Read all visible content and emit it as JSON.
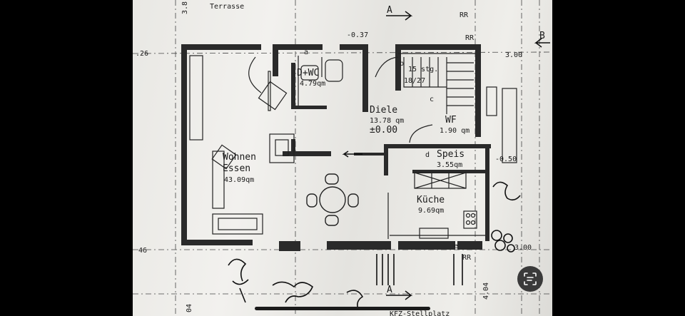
{
  "plan": {
    "top_labels": {
      "terrace": "Terrasse",
      "vertical_dim_top": "3.8",
      "section_a": "A",
      "section_b": "B",
      "rr_top": "RR",
      "rr_top2": "RR",
      "level_top": "-0.37"
    },
    "edge_dims": {
      "left_top": ".26",
      "right_top": "3.00",
      "left_bottom": "46",
      "right_bottom": "3.00",
      "bottom_left": "04",
      "bottom_right": "4.04",
      "level_right": "-0.50",
      "rr_bottom": "RR"
    },
    "rooms": {
      "wc": {
        "name": "D+WC",
        "area": "4.79qm",
        "marker": "a"
      },
      "stairs": {
        "steps": "15 stg.",
        "ratio": "18/27",
        "marker": "b"
      },
      "diele": {
        "name": "Diele",
        "area": "13.78 qm",
        "level": "±0.00"
      },
      "wf": {
        "name": "WF",
        "area": "1.90 qm",
        "marker": "c"
      },
      "wohnen": {
        "name1": "Wohnen",
        "name2": "Essen",
        "area": "43.09qm"
      },
      "speis": {
        "name": "Speis",
        "area": "3.55qm",
        "marker": "d"
      },
      "kueche": {
        "name": "Küche",
        "area": "9.69qm",
        "marker": "e"
      }
    },
    "bottom_text": "KFZ-Stellplatz"
  },
  "ui": {
    "lens_icon": "visual-lookup-icon"
  }
}
